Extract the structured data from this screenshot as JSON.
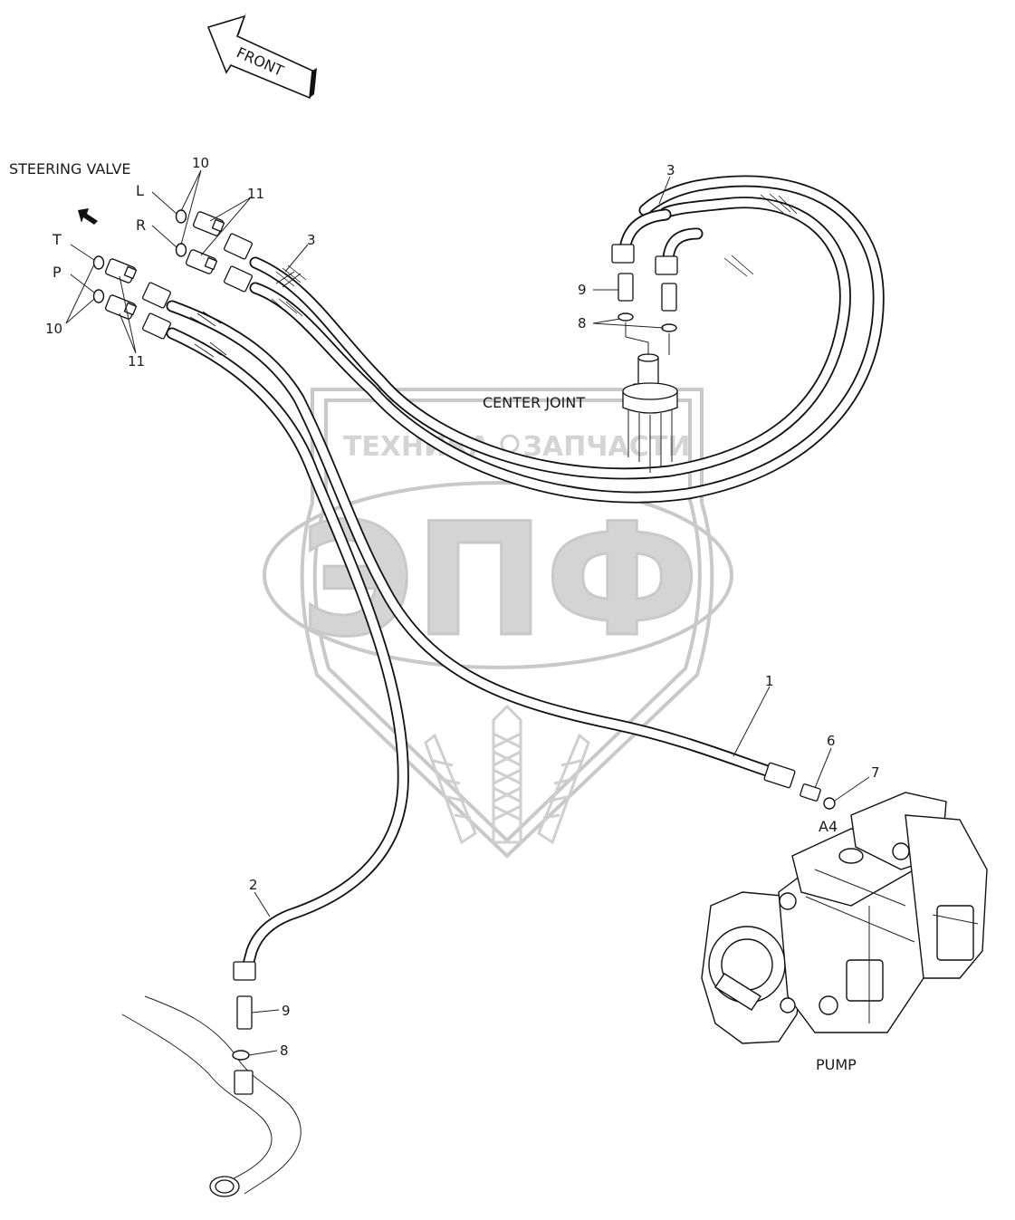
{
  "direction": {
    "label": "FRONT"
  },
  "watermark": {
    "line1": "ТЕХНИКА",
    "line2": "ЗАПЧАСТИ",
    "logo": "ЭПФ"
  },
  "components": {
    "steering_valve": "STEERING VALVE",
    "center_joint": "CENTER JOINT",
    "pump": "PUMP"
  },
  "ports": {
    "L": "L",
    "R": "R",
    "T": "T",
    "P": "P",
    "A4": "A4"
  },
  "callouts": {
    "c1": "1",
    "c2": "2",
    "c3_top": "3",
    "c3_left": "3",
    "c6": "6",
    "c7": "7",
    "c8_top": "8",
    "c8_bottom": "8",
    "c9_top": "9",
    "c9_bottom": "9",
    "c10_top": "10",
    "c10_bottom": "10",
    "c11_top": "11",
    "c11_bottom": "11"
  }
}
